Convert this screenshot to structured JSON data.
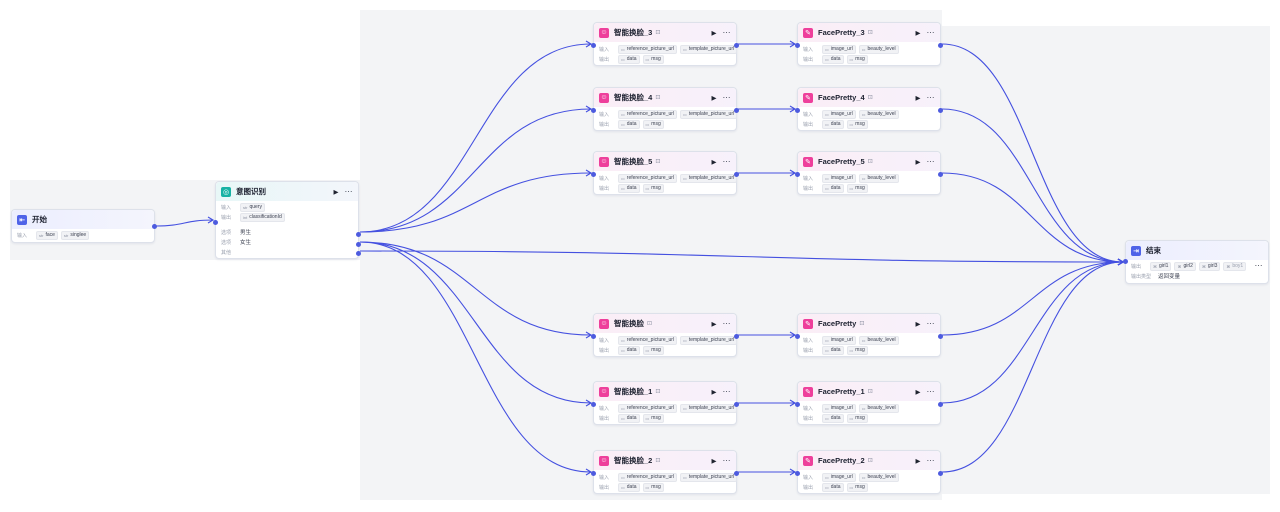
{
  "colors": {
    "edge": "#4450e0",
    "port": "#4d5bdf",
    "group_bg": "#f3f4f6"
  },
  "start": {
    "title": "开始",
    "icon": "start-icon",
    "input_label": "输入",
    "params": [
      {
        "type": "str",
        "name": "face"
      },
      {
        "type": "str",
        "name": "singlee"
      }
    ]
  },
  "intent": {
    "title": "意图识别",
    "icon": "intent-icon",
    "input_label": "输入",
    "input_param": {
      "type": "str",
      "name": "query"
    },
    "output_label": "输出",
    "output_param": {
      "type": "int",
      "name": "classificationId"
    },
    "options": [
      {
        "label": "选项",
        "value": "男生"
      },
      {
        "label": "选项",
        "value": "女生"
      },
      {
        "label": "其他",
        "value": ""
      }
    ]
  },
  "swap_nodes": [
    {
      "title": "智能换脸_3",
      "input_label": "输入",
      "output_label": "输出",
      "inputs": [
        "reference_picture_url",
        "template_picture_url"
      ],
      "outputs": [
        "data",
        "msg"
      ]
    },
    {
      "title": "智能换脸_4",
      "input_label": "输入",
      "output_label": "输出",
      "inputs": [
        "reference_picture_url",
        "template_picture_url"
      ],
      "outputs": [
        "data",
        "msg"
      ]
    },
    {
      "title": "智能换脸_5",
      "input_label": "输入",
      "output_label": "输出",
      "inputs": [
        "reference_picture_url",
        "template_picture_url"
      ],
      "outputs": [
        "data",
        "msg"
      ]
    },
    {
      "title": "智能换脸",
      "input_label": "输入",
      "output_label": "输出",
      "inputs": [
        "reference_picture_url",
        "template_picture_url"
      ],
      "outputs": [
        "data",
        "msg"
      ]
    },
    {
      "title": "智能换脸_1",
      "input_label": "输入",
      "output_label": "输出",
      "inputs": [
        "reference_picture_url",
        "template_picture_url"
      ],
      "outputs": [
        "data",
        "msg"
      ]
    },
    {
      "title": "智能换脸_2",
      "input_label": "输入",
      "output_label": "输出",
      "inputs": [
        "reference_picture_url",
        "template_picture_url"
      ],
      "outputs": [
        "data",
        "msg"
      ]
    }
  ],
  "pretty_nodes": [
    {
      "title": "FacePretty_3",
      "input_label": "输入",
      "output_label": "输出",
      "inputs": [
        "image_url",
        "beauty_level"
      ],
      "outputs": [
        "data",
        "msg"
      ]
    },
    {
      "title": "FacePretty_4",
      "input_label": "输入",
      "output_label": "输出",
      "inputs": [
        "image_url",
        "beauty_level"
      ],
      "outputs": [
        "data",
        "msg"
      ]
    },
    {
      "title": "FacePretty_5",
      "input_label": "输入",
      "output_label": "输出",
      "inputs": [
        "image_url",
        "beauty_level"
      ],
      "outputs": [
        "data",
        "msg"
      ]
    },
    {
      "title": "FacePretty",
      "input_label": "输入",
      "output_label": "输出",
      "inputs": [
        "image_url",
        "beauty_level"
      ],
      "outputs": [
        "data",
        "msg"
      ]
    },
    {
      "title": "FacePretty_1",
      "input_label": "输入",
      "output_label": "输出",
      "inputs": [
        "image_url",
        "beauty_level"
      ],
      "outputs": [
        "data",
        "msg"
      ]
    },
    {
      "title": "FacePretty_2",
      "input_label": "输入",
      "output_label": "输出",
      "inputs": [
        "image_url",
        "beauty_level"
      ],
      "outputs": [
        "data",
        "msg"
      ]
    }
  ],
  "end": {
    "title": "结束",
    "icon": "end-icon",
    "output_label": "输出",
    "outputs": [
      "girl1",
      "girl2",
      "girl3",
      "boy1"
    ],
    "output_type_label": "输出类型",
    "output_type_value": "返回变量"
  }
}
